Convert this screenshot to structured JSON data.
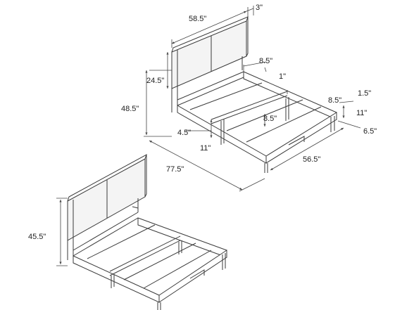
{
  "top_bed": {
    "dimensions": {
      "headboard_width": "58.5\"",
      "headboard_thickness": "3\"",
      "headboard_height_upper": "24.5\"",
      "total_height": "48.5\"",
      "slat_gap_top": "8.5\"",
      "rail_thickness": "1\"",
      "rail_height_top": "1.5\"",
      "rail_width_side": "8.5\"",
      "leg_height": "11\"",
      "leg_width": "6.5\"",
      "inner_slat_height": "8.5\"",
      "leg_offset": "4.5\"",
      "clearance": "11\"",
      "total_length": "77.5\"",
      "total_width": "56.5\""
    }
  },
  "bottom_bed": {
    "dimensions": {
      "headboard_height": "45.5\""
    }
  }
}
